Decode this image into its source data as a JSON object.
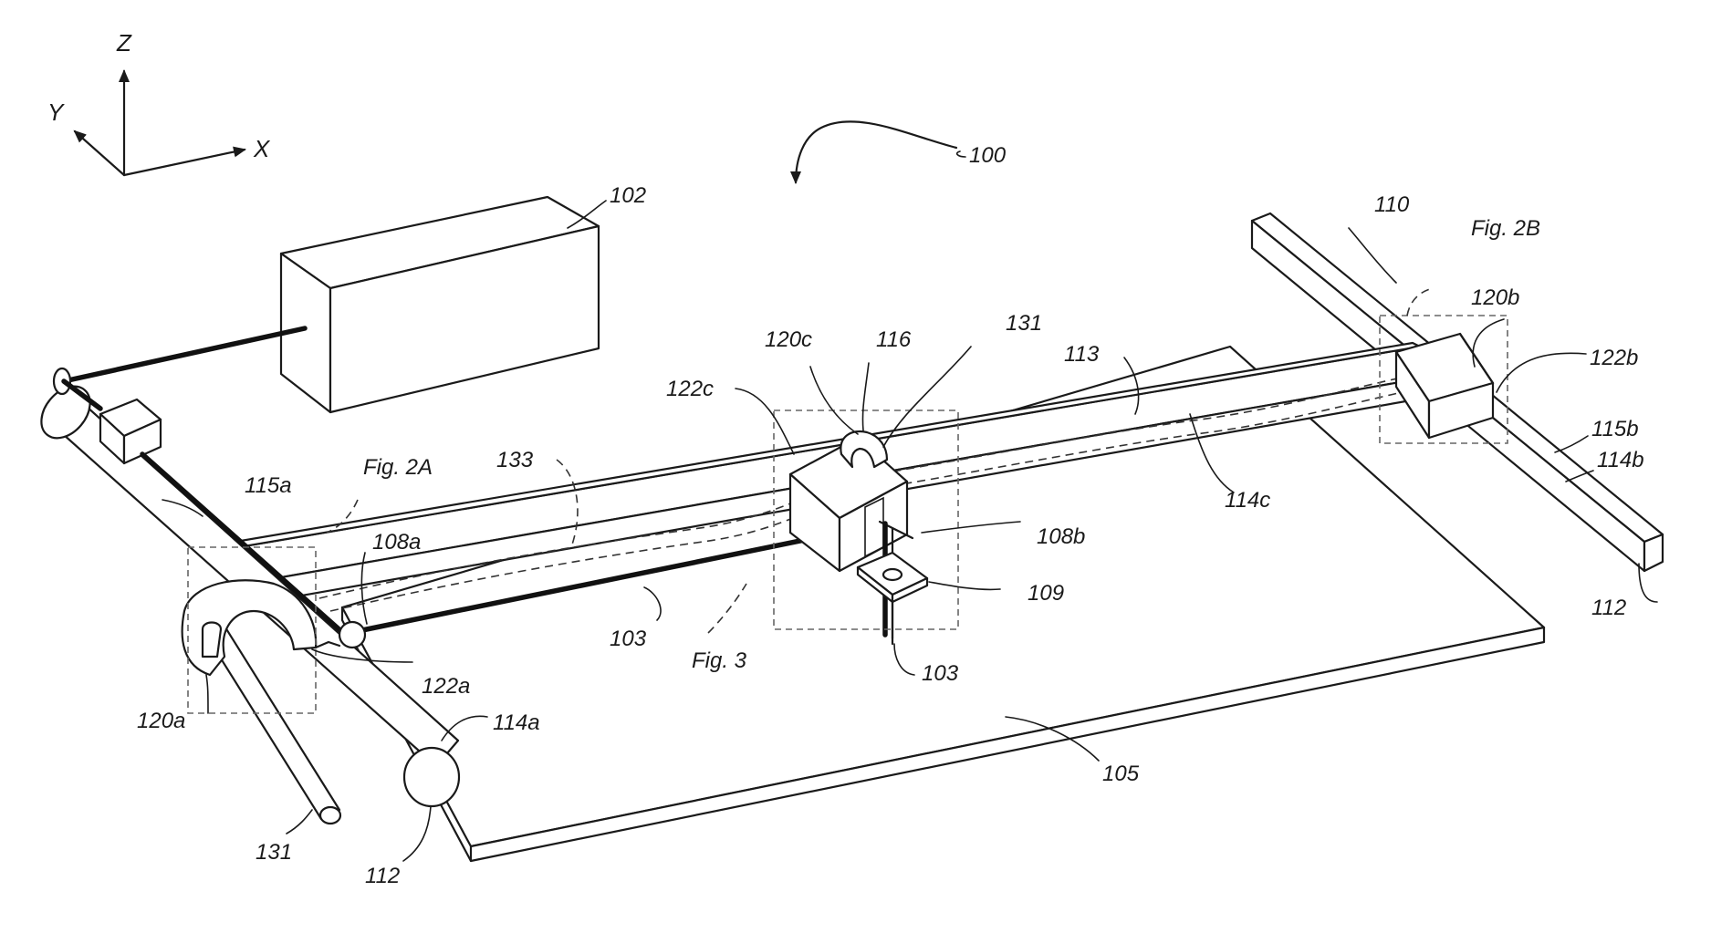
{
  "axes": {
    "z": "Z",
    "y": "Y",
    "x": "X"
  },
  "labels": {
    "l100": "100",
    "l102": "102",
    "l110": "110",
    "fig2b": "Fig. 2B",
    "l120b": "120b",
    "l122b": "122b",
    "l115b": "115b",
    "l114b": "114b",
    "l112_right": "112",
    "l120c": "120c",
    "l116": "116",
    "l131_top": "131",
    "l113": "113",
    "l122c": "122c",
    "l133": "133",
    "l114c": "114c",
    "l115a": "115a",
    "fig2a": "Fig. 2A",
    "l108a": "108a",
    "l108b": "108b",
    "l109": "109",
    "l103_mid": "103",
    "fig3": "Fig. 3",
    "l103_bottom": "103",
    "l122a": "122a",
    "l120a": "120a",
    "l114a": "114a",
    "l105": "105",
    "l131_bottom": "131",
    "l112_bottom": "112"
  }
}
